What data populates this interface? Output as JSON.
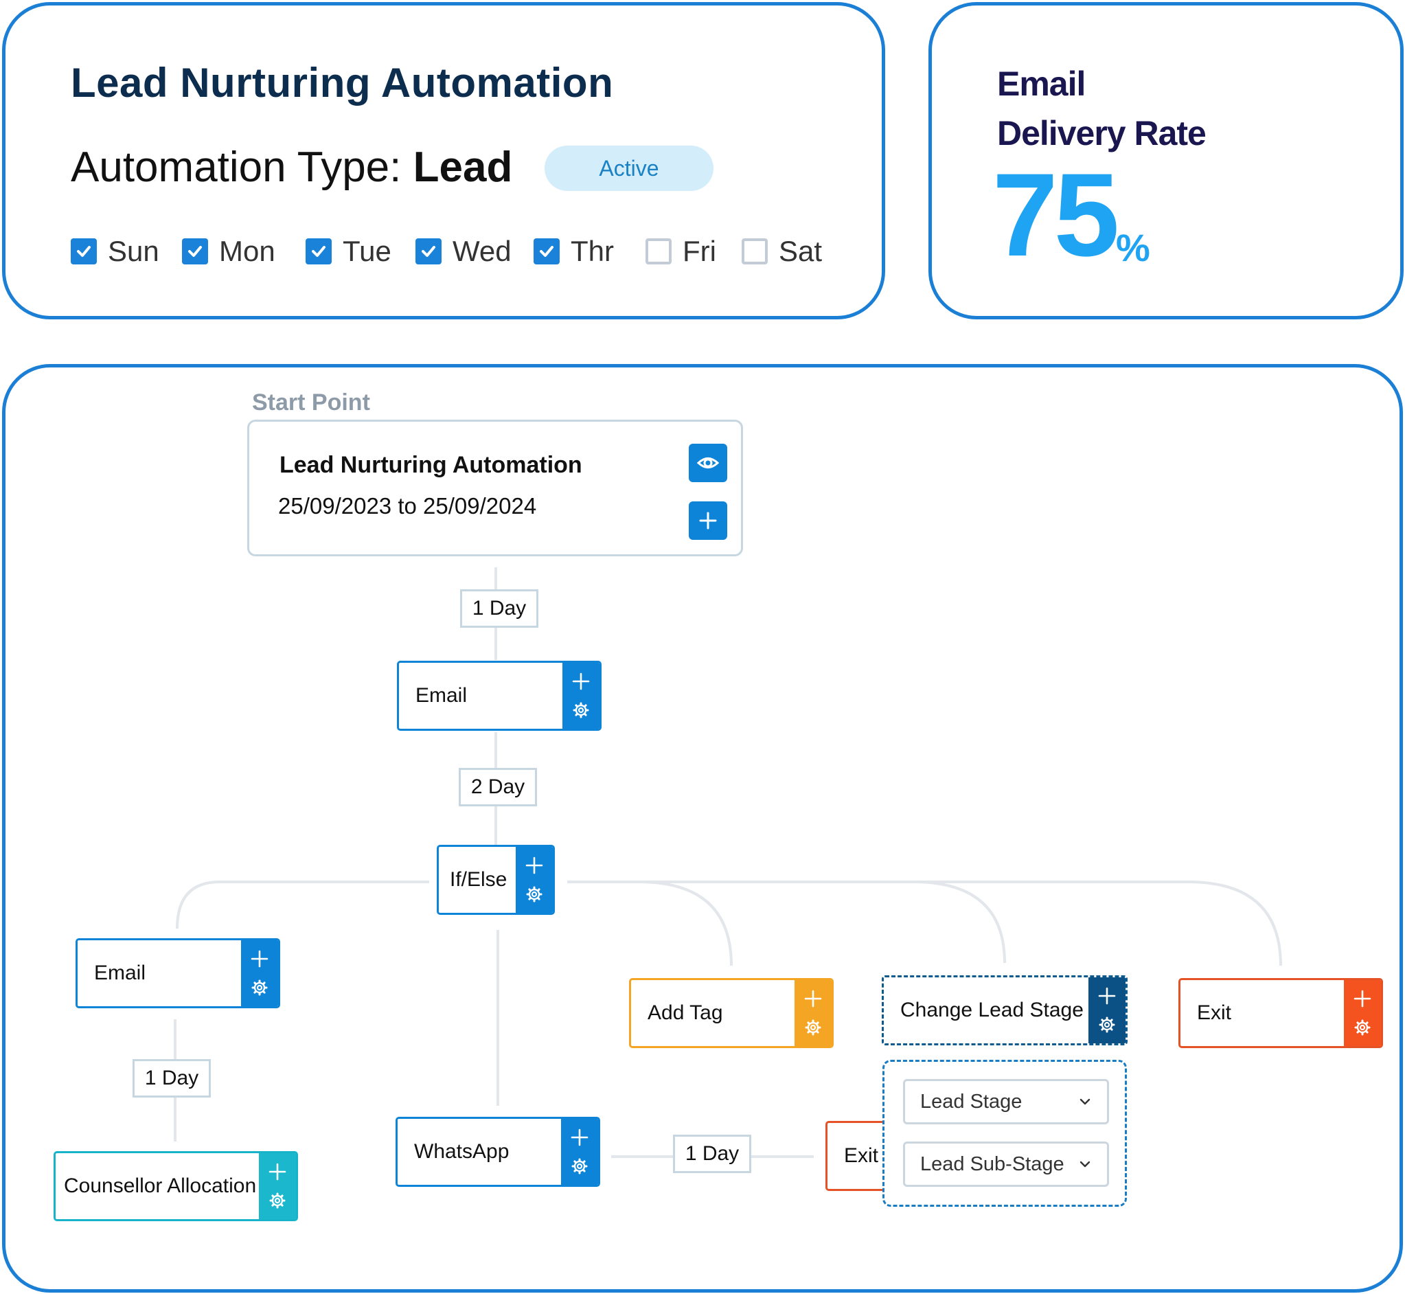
{
  "automation": {
    "title": "Lead Nurturing Automation",
    "type_label": "Automation Type:",
    "type_value": "Lead",
    "status": "Active",
    "days": [
      {
        "label": "Sun",
        "checked": true
      },
      {
        "label": "Mon",
        "checked": true
      },
      {
        "label": "Tue",
        "checked": true
      },
      {
        "label": "Wed",
        "checked": true
      },
      {
        "label": "Thr",
        "checked": true
      },
      {
        "label": "Fri",
        "checked": false
      },
      {
        "label": "Sat",
        "checked": false
      }
    ]
  },
  "delivery": {
    "label_line1": "Email",
    "label_line2": "Delivery Rate",
    "value": "75",
    "unit": "%"
  },
  "flow": {
    "start": {
      "section_label": "Start Point",
      "title": "Lead Nurturing Automation",
      "dates": "25/09/2023 to 25/09/2024"
    },
    "delays": {
      "d1": "1 Day",
      "d2": "2 Day",
      "d3": "1 Day",
      "d4": "1 Day"
    },
    "nodes": {
      "email_main": "Email",
      "if_else": "If/Else",
      "email_branch": "Email",
      "counsellor": "Counsellor Allocation",
      "whatsapp": "WhatsApp",
      "add_tag": "Add Tag",
      "change_stage": "Change Lead Stage",
      "exit_main": "Exit",
      "exit_secondary": "Exit"
    },
    "dropdowns": {
      "stage": "Lead Stage",
      "sub_stage": "Lead Sub-Stage"
    }
  },
  "colors": {
    "accent": "#0e84d8",
    "border": "#1b7fd6",
    "rate": "#1fa3f3",
    "orange": "#f4a524",
    "red": "#f4521e",
    "teal": "#1ab7cd",
    "navy": "#0b5186"
  }
}
